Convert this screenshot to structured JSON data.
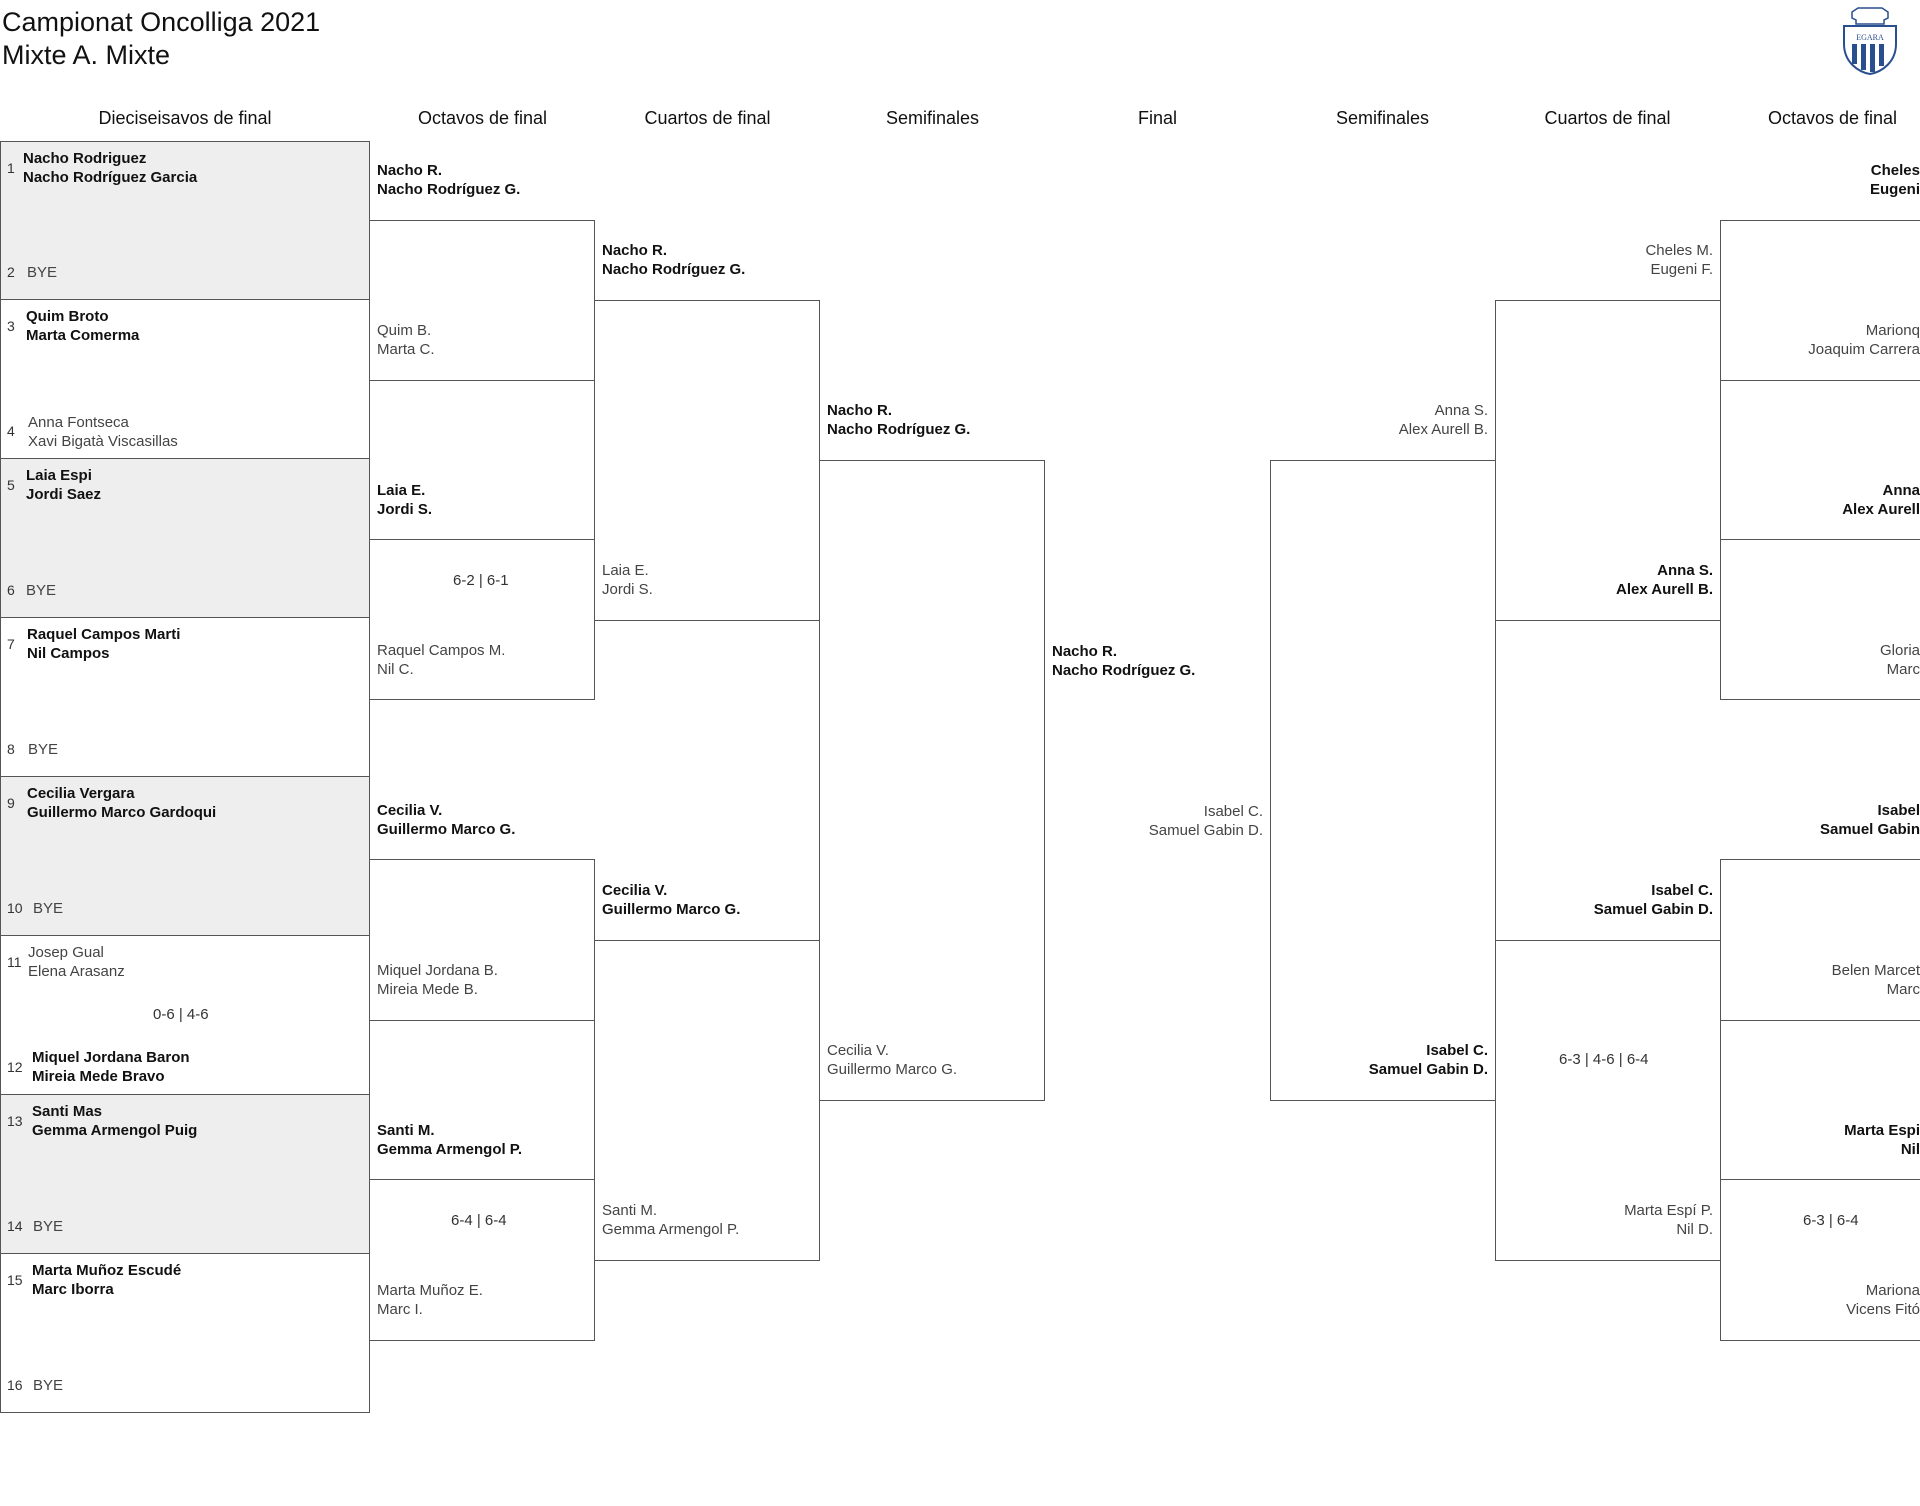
{
  "header": {
    "title_line1": "Campionat Oncolliga 2021",
    "title_line2": "Mixte A. Mixte",
    "logo_text": "EGARA",
    "logo_icon": "egara-club-crest-icon"
  },
  "rounds": [
    "Dieciseisavos de final",
    "Octavos de final",
    "Cuartos de final",
    "Semifinales",
    "Final",
    "Semifinales",
    "Cuartos de final",
    "Octavos de final"
  ],
  "r32": [
    {
      "seed": "1",
      "p1": "Nacho Rodriguez",
      "p2": "Nacho Rodríguez Garcia"
    },
    {
      "seed": "2",
      "p1": "BYE",
      "p2": ""
    },
    {
      "seed": "3",
      "p1": "Quim Broto",
      "p2": "Marta Comerma"
    },
    {
      "seed": "4",
      "p1": "Anna Fontseca",
      "p2": "Xavi Bigatà Viscasillas"
    },
    {
      "seed": "5",
      "p1": "Laia Espi",
      "p2": "Jordi Saez"
    },
    {
      "seed": "6",
      "p1": "BYE",
      "p2": ""
    },
    {
      "seed": "7",
      "p1": "Raquel Campos Marti",
      "p2": "Nil Campos"
    },
    {
      "seed": "8",
      "p1": "BYE",
      "p2": ""
    },
    {
      "seed": "9",
      "p1": "Cecilia Vergara",
      "p2": "Guillermo Marco Gardoqui"
    },
    {
      "seed": "10",
      "p1": "BYE",
      "p2": ""
    },
    {
      "seed": "11",
      "p1": "Josep Gual",
      "p2": "Elena Arasanz"
    },
    {
      "seed": "12",
      "p1": "Miquel Jordana Baron",
      "p2": "Mireia Mede Bravo"
    },
    {
      "seed": "13",
      "p1": "Santi Mas",
      "p2": "Gemma Armengol Puig"
    },
    {
      "seed": "14",
      "p1": "BYE",
      "p2": ""
    },
    {
      "seed": "15",
      "p1": "Marta Muñoz Escudé",
      "p2": "Marc Iborra"
    },
    {
      "seed": "16",
      "p1": "BYE",
      "p2": ""
    }
  ],
  "r32_scores": {
    "m6": "0-6 | 4-6"
  },
  "left_r16": [
    {
      "p1": "Nacho R.",
      "p2": "Nacho Rodríguez G."
    },
    {
      "p1": "Quim B.",
      "p2": "Marta C."
    },
    {
      "p1": "Laia E.",
      "p2": "Jordi S."
    },
    {
      "p1": "Raquel Campos M.",
      "p2": "Nil C."
    },
    {
      "p1": "Cecilia V.",
      "p2": "Guillermo Marco G."
    },
    {
      "p1": "Miquel Jordana B.",
      "p2": "Mireia Mede B."
    },
    {
      "p1": "Santi M.",
      "p2": "Gemma Armengol P."
    },
    {
      "p1": "Marta Muñoz E.",
      "p2": "Marc I."
    }
  ],
  "left_r16_scores": {
    "m2": "6-2 | 6-1",
    "m4": "6-4 | 6-4"
  },
  "left_qf": [
    {
      "p1": "Nacho R.",
      "p2": "Nacho Rodríguez G."
    },
    {
      "p1": "Laia E.",
      "p2": "Jordi S."
    },
    {
      "p1": "Cecilia V.",
      "p2": "Guillermo Marco G."
    },
    {
      "p1": "Santi M.",
      "p2": "Gemma Armengol P."
    }
  ],
  "left_sf": [
    {
      "p1": "Nacho R.",
      "p2": "Nacho Rodríguez G."
    },
    {
      "p1": "Cecilia V.",
      "p2": "Guillermo Marco G."
    }
  ],
  "final": [
    {
      "p1": "Nacho R.",
      "p2": "Nacho Rodríguez G."
    },
    {
      "p1": "Isabel C.",
      "p2": "Samuel Gabin D."
    }
  ],
  "right_sf": [
    {
      "p1": "Anna S.",
      "p2": "Alex Aurell B."
    },
    {
      "p1": "Isabel C.",
      "p2": "Samuel Gabin D."
    }
  ],
  "right_sf_score": "6-3 | 4-6 | 6-4",
  "right_qf": [
    {
      "p1": "Cheles M.",
      "p2": "Eugeni F."
    },
    {
      "p1": "Anna S.",
      "p2": "Alex Aurell B."
    },
    {
      "p1": "Isabel C.",
      "p2": "Samuel Gabin D."
    },
    {
      "p1": "Marta Espí P.",
      "p2": "Nil D."
    }
  ],
  "right_qf_score": "6-3 | 6-4",
  "right_r16": [
    {
      "p1": "Cheles",
      "p2": "Eugeni"
    },
    {
      "p1": "Marionq",
      "p2": "Joaquim Carrera"
    },
    {
      "p1": "Anna",
      "p2": "Alex Aurell"
    },
    {
      "p1": "Gloria",
      "p2": "Marc"
    },
    {
      "p1": "Isabel",
      "p2": "Samuel Gabin"
    },
    {
      "p1": "Belen Marcet",
      "p2": "Marc"
    },
    {
      "p1": "Marta Espi",
      "p2": "Nil"
    },
    {
      "p1": "Mariona",
      "p2": "Vicens Fitó"
    }
  ]
}
